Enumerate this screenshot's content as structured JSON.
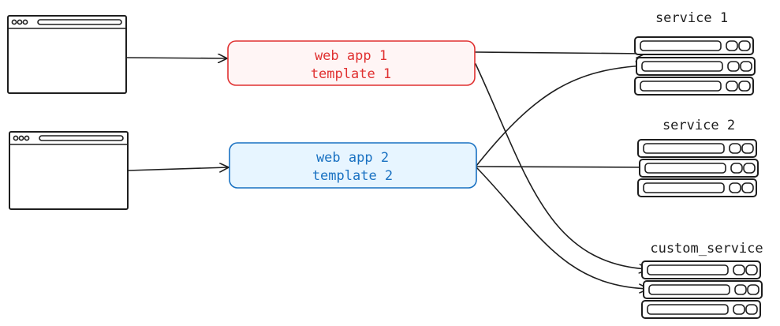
{
  "nodes": {
    "webapp1": {
      "line1": "web app 1",
      "line2": "template 1",
      "text_color": "#e03131",
      "fill": "#fff5f5",
      "stroke": "#e03131"
    },
    "webapp2": {
      "line1": "web app 2",
      "line2": "template 2",
      "text_color": "#1971c2",
      "fill": "#e7f5ff",
      "stroke": "#1971c2"
    }
  },
  "services": {
    "service1": {
      "label": "service 1"
    },
    "service2": {
      "label": "service 2"
    },
    "custom": {
      "label": "custom_service"
    }
  },
  "icons": {
    "browser": "browser-window-icon",
    "server": "server-rack-icon"
  }
}
